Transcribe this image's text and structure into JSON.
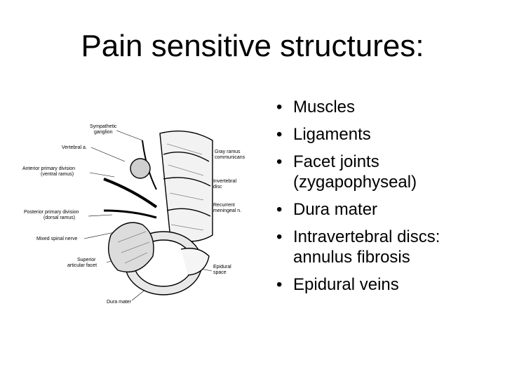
{
  "slide": {
    "title": "Pain sensitive structures:",
    "bullets": [
      "Muscles",
      "Ligaments",
      "Facet joints (zygapophyseal)",
      "Dura mater",
      "Intravertebral discs: annulus fibrosis",
      "Epidural veins"
    ]
  },
  "figure": {
    "labels": {
      "sympathetic_ganglion_1": "Sympathetic",
      "sympathetic_ganglion_2": "ganglion",
      "vertebral_a": "Vertebral a.",
      "anterior_1": "Anterior primary division",
      "anterior_2": "(ventral ramus)",
      "posterior_1": "Posterior primary division",
      "posterior_2": "(dorsal ramus)",
      "mixed_nerve": "Mixed spinal nerve",
      "superior_1": "Superior",
      "superior_2": "articular facet",
      "dura_mater": "Dura mater",
      "gray_ramus_1": "Gray ramus",
      "gray_ramus_2": "communicans",
      "invertebral_1": "Invertebral",
      "invertebral_2": "disc",
      "recurrent_1": "Recurrent",
      "recurrent_2": "meningeal n.",
      "epidural_1": "Epidural",
      "epidural_2": "space"
    }
  }
}
